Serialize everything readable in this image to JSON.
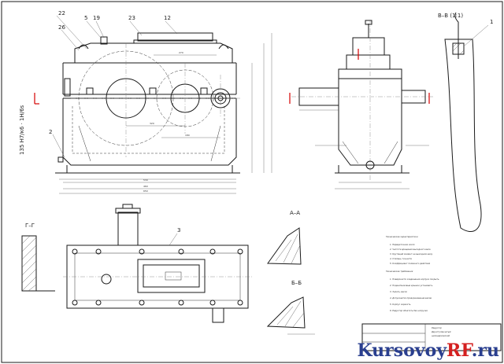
{
  "callouts": {
    "c22": "22",
    "c26": "26",
    "c5": "5",
    "c19": "19",
    "c23": "23",
    "c12": "12",
    "c2": "2",
    "c1": "1",
    "c3": "3"
  },
  "sections": {
    "bb": "В–В (1:1)",
    "gg": "Г–Г",
    "aa": "А–А",
    "bsec": "Б–Б"
  },
  "fit_note": "135 Н7/к6 · 1Н/6s",
  "dims": {
    "d650": "650",
    "d530": "530",
    "d460": "460",
    "d320": "320",
    "d180": "180",
    "d270": "270"
  },
  "notes_block": {
    "title1": "Технические характеристики",
    "lines1": [
      "1. Передаточное число",
      "2. Частота вращения выходного вала",
      "3. Крутящий момент на выходном валу",
      "4. Степень точности",
      "5. Коэффициент полезного действия"
    ],
    "title2": "Технические требования",
    "lines2": [
      "1. Поверхности соединения корпуса покрыть",
      "2. Подшипниковые крышки установить",
      "3. Залить масло",
      "4. Допускается проворачивание валов",
      "5. Корпус окрасить",
      "6. Редуктор обкатать без нагрузки"
    ]
  },
  "title_block": {
    "line1": "Редуктор",
    "line2": "Двухступенчатый",
    "line3": "цилиндрический"
  },
  "watermark": {
    "part1": "Kursovoy",
    "part2": "RF",
    "part3": ".ru"
  },
  "colors": {
    "brand_blue": "#2a3f8f",
    "brand_red": "#d42020",
    "section_mark": "#d40000"
  }
}
